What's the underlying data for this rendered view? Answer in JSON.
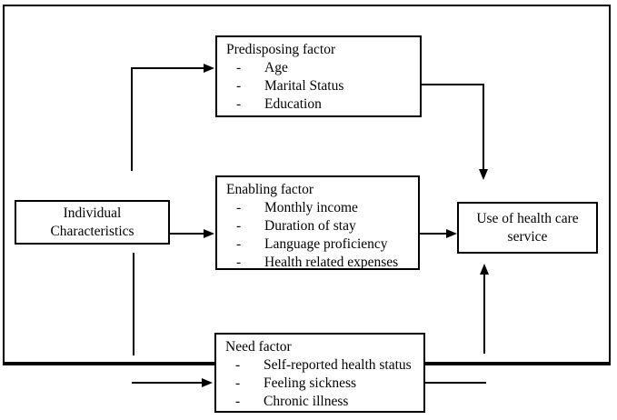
{
  "figure": {
    "type": "conceptual-framework-flow-diagram",
    "colors": {
      "line": "#000000",
      "background": "#ffffff",
      "text": "#000000"
    },
    "list_marker": "-"
  },
  "boxes": {
    "individual": {
      "lines": [
        "Individual",
        "Characteristics"
      ]
    },
    "predisposing": {
      "title": "Predisposing factor",
      "items": [
        "Age",
        "Marital Status",
        "Education"
      ]
    },
    "enabling": {
      "title": "Enabling factor",
      "items": [
        "Monthly income",
        "Duration of stay",
        "Language proficiency",
        "Health related expenses"
      ]
    },
    "need": {
      "title": "Need factor",
      "items": [
        "Self-reported health status",
        "Feeling sickness",
        "Chronic illness"
      ]
    },
    "use": {
      "lines": [
        "Use of health care",
        "service"
      ]
    }
  }
}
